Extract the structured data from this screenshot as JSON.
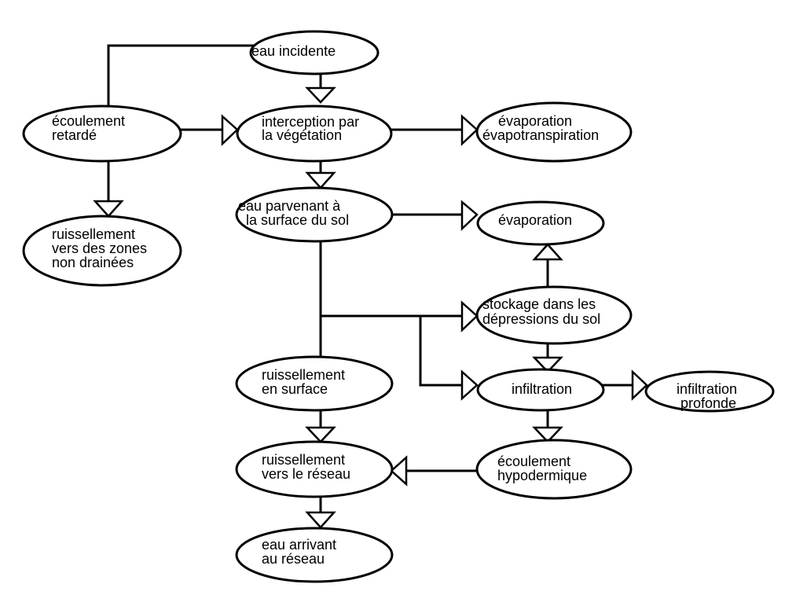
{
  "colors": {
    "stroke": "#000000",
    "fill": "#ffffff",
    "text": "#000000"
  },
  "nodes": {
    "eau_incidente": {
      "lines": [
        "eau incidente"
      ]
    },
    "ecoulement_retarde": {
      "lines": [
        "écoulement",
        "retardé"
      ]
    },
    "interception": {
      "lines": [
        "interception par",
        "la végétation"
      ]
    },
    "evaporation_evapotranspiration": {
      "lines": [
        "évaporation",
        "évapotranspiration"
      ]
    },
    "eau_parvenant": {
      "lines": [
        "eau parvenant à",
        "la surface du sol"
      ]
    },
    "ruissellement_zones_non_drainees": {
      "lines": [
        "ruissellement",
        "vers des zones",
        "non drainées"
      ]
    },
    "evaporation": {
      "lines": [
        "évaporation"
      ]
    },
    "stockage_depressions": {
      "lines": [
        "stockage dans les",
        "dépressions du sol"
      ]
    },
    "ruissellement_surface": {
      "lines": [
        "ruissellement",
        "en surface"
      ]
    },
    "infiltration": {
      "lines": [
        "infiltration"
      ]
    },
    "infiltration_profonde": {
      "lines": [
        "infiltration",
        "profonde"
      ]
    },
    "ruissellement_reseau": {
      "lines": [
        "ruissellement",
        "vers le réseau"
      ]
    },
    "ecoulement_hypodermique": {
      "lines": [
        "écoulement",
        "hypodermique"
      ]
    },
    "eau_arrivant": {
      "lines": [
        "eau arrivant",
        "au réseau"
      ]
    }
  }
}
